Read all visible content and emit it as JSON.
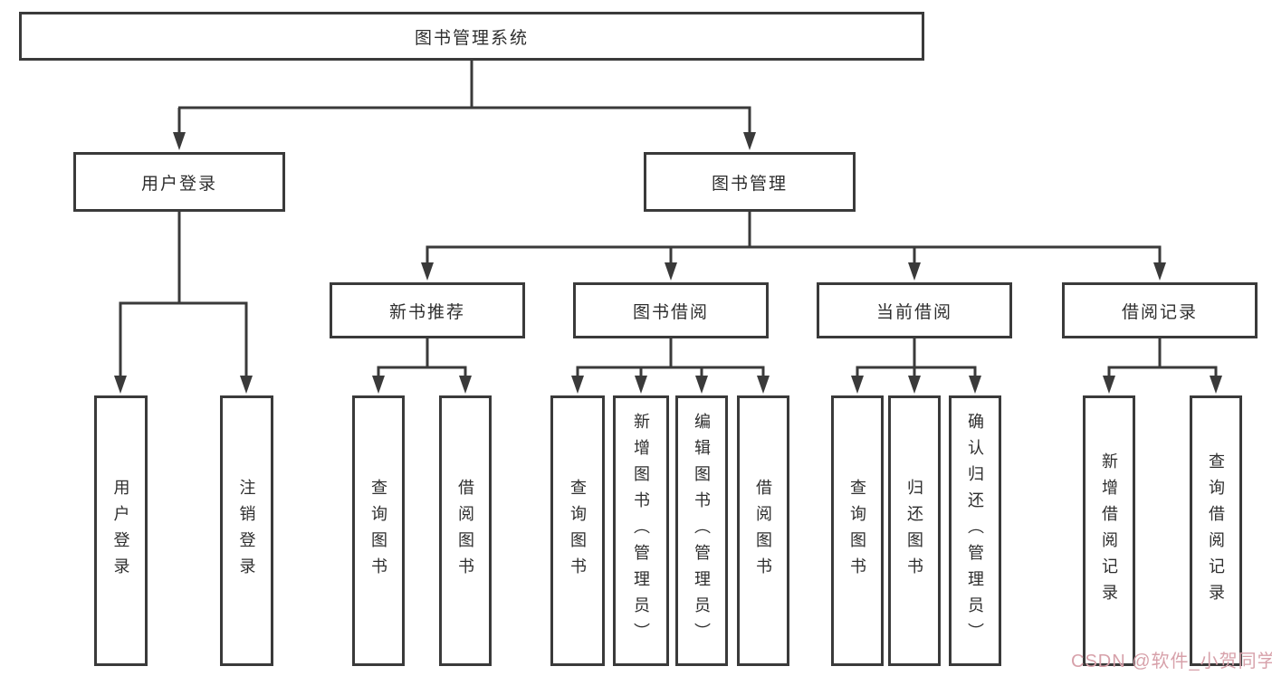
{
  "colors": {
    "canvas-bg": "#ffffff",
    "box-bg": "#ffffff",
    "box-border": "#3a3a3a",
    "line": "#3a3a3a",
    "text": "#2e2e2e",
    "watermark": "#d7a1aa"
  },
  "watermark": {
    "text": "CSDN @软件_小贺同学"
  },
  "tree": {
    "root": "图书管理系统",
    "level2": [
      {
        "label": "用户登录",
        "children": [
          "用户登录",
          "注销登录"
        ]
      },
      {
        "label": "图书管理",
        "children": [
          {
            "label": "新书推荐",
            "children": [
              "查询图书",
              "借阅图书"
            ]
          },
          {
            "label": "图书借阅",
            "children": [
              "查询图书",
              "新增图书（管理员）",
              "编辑图书（管理员）",
              "借阅图书"
            ]
          },
          {
            "label": "当前借阅",
            "children": [
              "查询图书",
              "归还图书",
              "确认归还（管理员）"
            ]
          },
          {
            "label": "借阅记录",
            "children": [
              "新增借阅记录",
              "查询借阅记录"
            ]
          }
        ]
      }
    ]
  }
}
